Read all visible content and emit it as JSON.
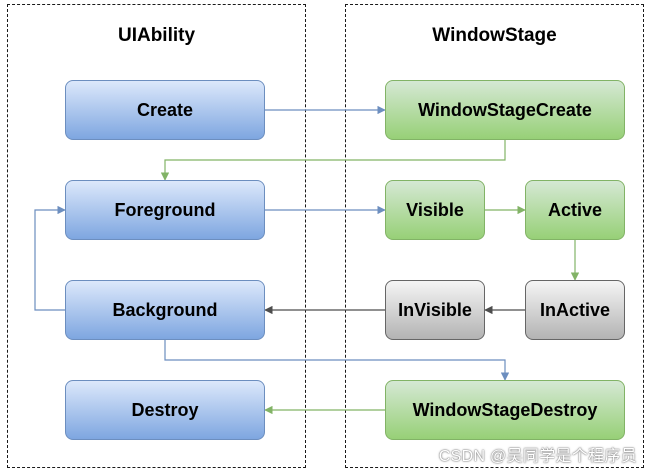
{
  "lanes": {
    "left": {
      "title": "UIAbility"
    },
    "right": {
      "title": "WindowStage"
    }
  },
  "nodes": {
    "create": "Create",
    "foreground": "Foreground",
    "background": "Background",
    "destroy": "Destroy",
    "window_stage_create": "WindowStageCreate",
    "visible": "Visible",
    "active": "Active",
    "inactive": "InActive",
    "invisible": "InVisible",
    "window_stage_destroy": "WindowStageDestroy"
  },
  "watermark": "CSDN @吴同学是个程序员",
  "colors": {
    "blue_edge": "#6c8ebf",
    "green_edge": "#82b366",
    "gray_edge": "#4d4d4d"
  }
}
